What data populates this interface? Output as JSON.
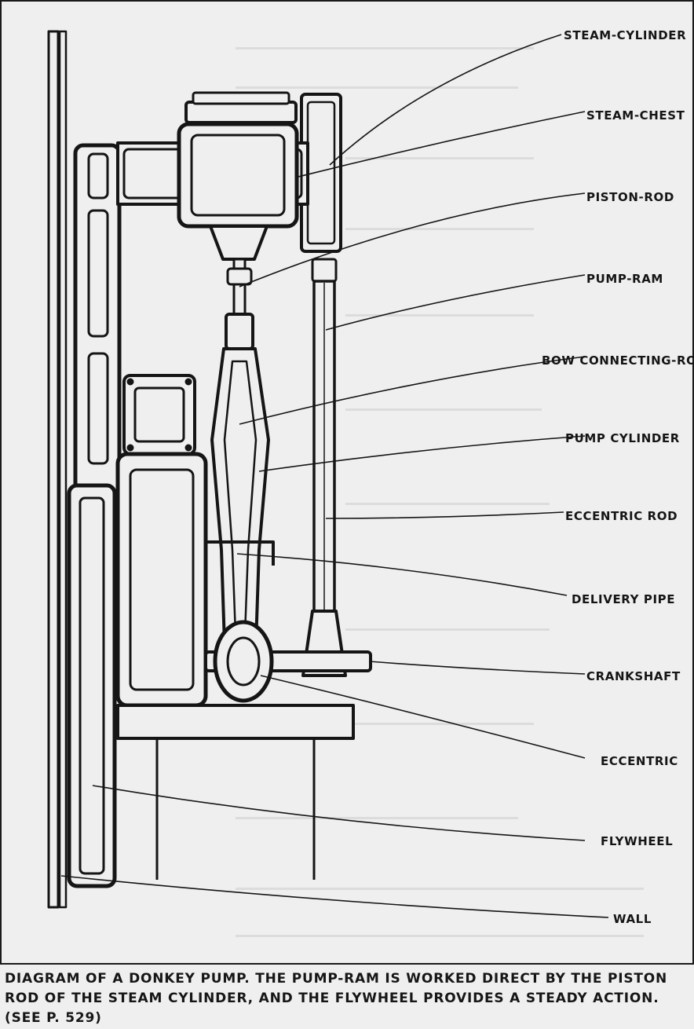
{
  "labels": [
    {
      "key": "steam_cylinder",
      "text": "Steam-cylinder"
    },
    {
      "key": "steam_chest",
      "text": "Steam-chest"
    },
    {
      "key": "piston_rod",
      "text": "Piston-rod"
    },
    {
      "key": "pump_ram",
      "text": "Pump-ram"
    },
    {
      "key": "bow_connecting_rod",
      "text": "Bow Connecting-rod"
    },
    {
      "key": "pump_cylinder",
      "text": "Pump Cylinder"
    },
    {
      "key": "eccentric_rod",
      "text": "Eccentric Rod"
    },
    {
      "key": "delivery_pipe",
      "text": "Delivery Pipe"
    },
    {
      "key": "crankshaft",
      "text": "Crankshaft"
    },
    {
      "key": "eccentric",
      "text": "Eccentric"
    },
    {
      "key": "flywheel",
      "text": "Flywheel"
    },
    {
      "key": "wall",
      "text": "Wall"
    }
  ],
  "caption": "Diagram of a donkey pump. The pump-ram is worked direct by the piston rod of the steam cylinder, and the flywheel provides a steady action. (See p. 529)",
  "colors": {
    "ink": "#151515",
    "paper": "#efefef",
    "ghost_text": "#d2d2d2"
  }
}
